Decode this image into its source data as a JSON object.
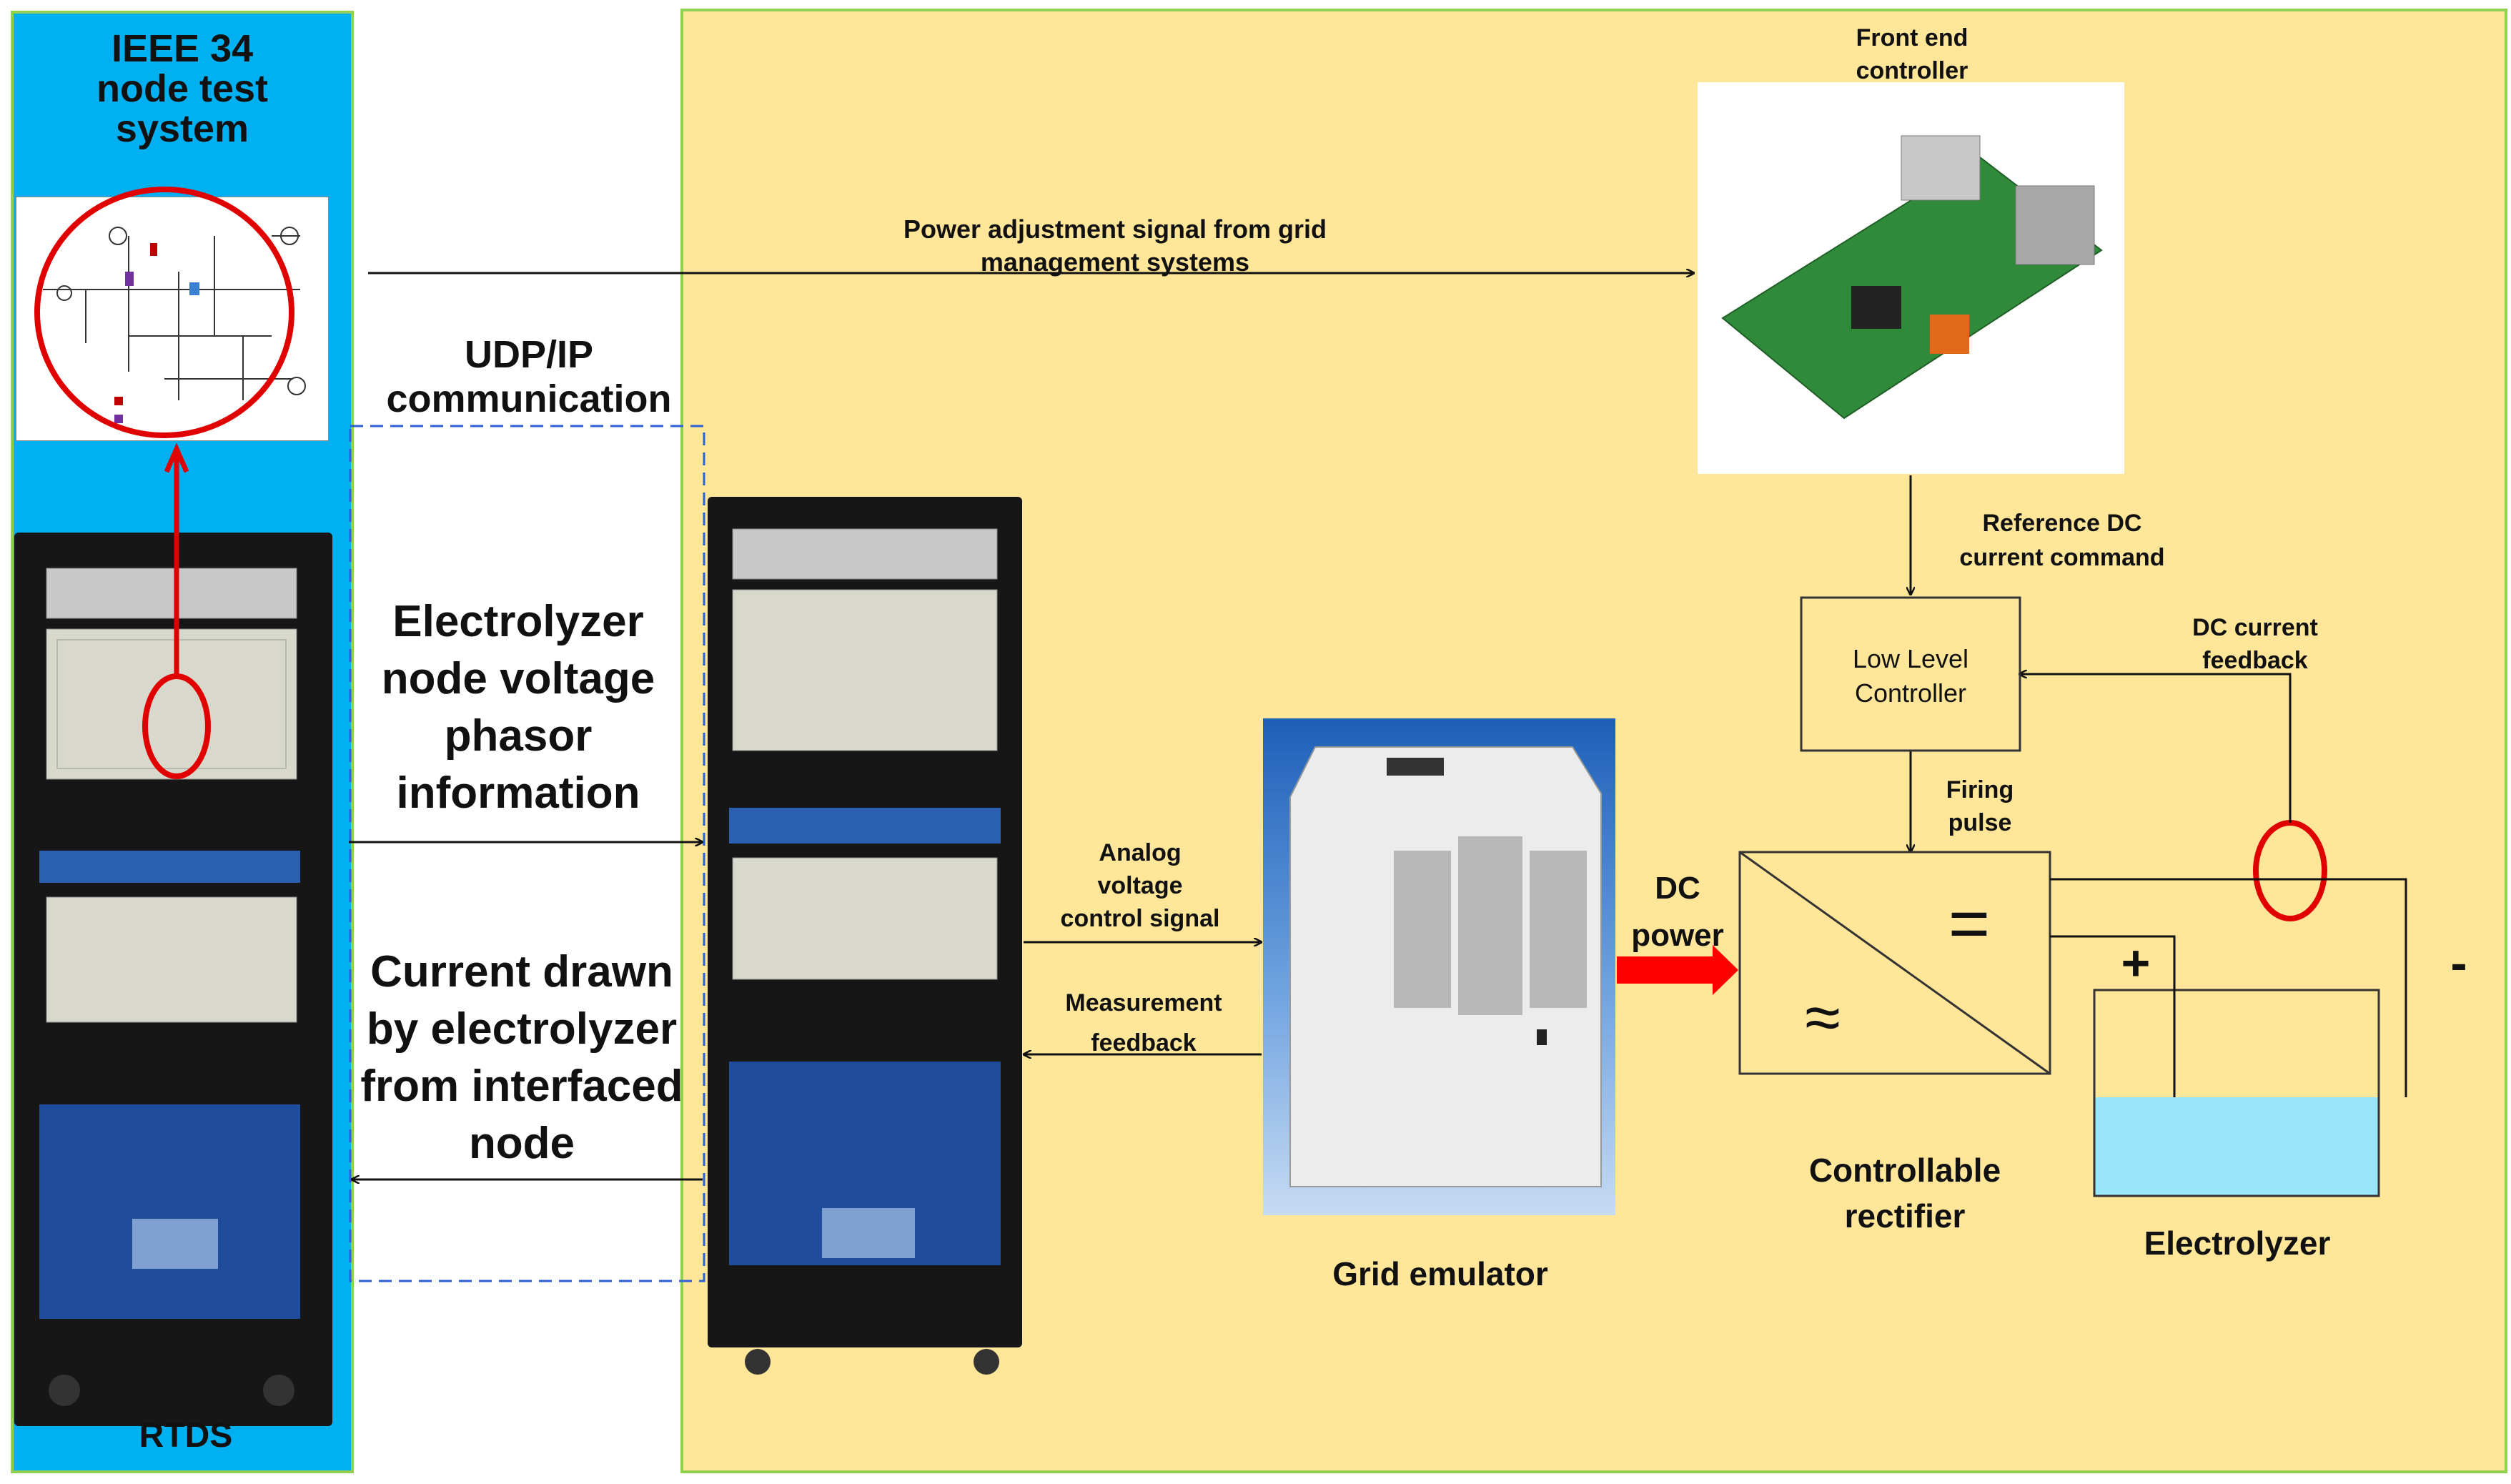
{
  "left_panel": {
    "title_lines": [
      "IEEE 34",
      "node test",
      "system"
    ],
    "rtds_label": "RTDS"
  },
  "middle": {
    "udp_lines": [
      "UDP/IP",
      "communication"
    ],
    "voltage_info_lines": [
      "Electrolyzer",
      "node voltage",
      "phasor",
      "information"
    ],
    "current_info_lines": [
      "Current drawn",
      "by electrolyzer",
      "from interfaced",
      "node"
    ]
  },
  "right_panel": {
    "power_adjustment_lines": [
      "Power adjustment signal from grid",
      "management systems"
    ],
    "front_end_lines": [
      "Front end",
      "controller"
    ],
    "reference_lines": [
      "Reference DC",
      "current command"
    ],
    "low_level_lines": [
      "Low Level",
      "Controller"
    ],
    "dc_feedback_lines": [
      "DC current",
      "feedback"
    ],
    "firing_lines": [
      "Firing",
      "pulse"
    ],
    "analog_lines": [
      "Analog",
      "voltage",
      "control signal"
    ],
    "measurement_lines": [
      "Measurement",
      "feedback"
    ],
    "dc_power_lines": [
      "DC",
      "power"
    ],
    "grid_emulator_label": "Grid emulator",
    "rectifier_lines": [
      "Controllable",
      "rectifier"
    ],
    "electrolyzer_label": "Electrolyzer",
    "plus_sign": "+",
    "minus_sign": "-",
    "ac_symbol": "≈",
    "dc_symbol": "="
  },
  "colors": {
    "left_panel_bg": "#00b0f0",
    "right_panel_bg": "#ffe699",
    "panel_border": "#92d050",
    "highlight_ring": "#e00000",
    "dashed_box": "#2e5fd6",
    "power_arrow": "#ff0000",
    "electrolyte": "#99e6fa"
  }
}
